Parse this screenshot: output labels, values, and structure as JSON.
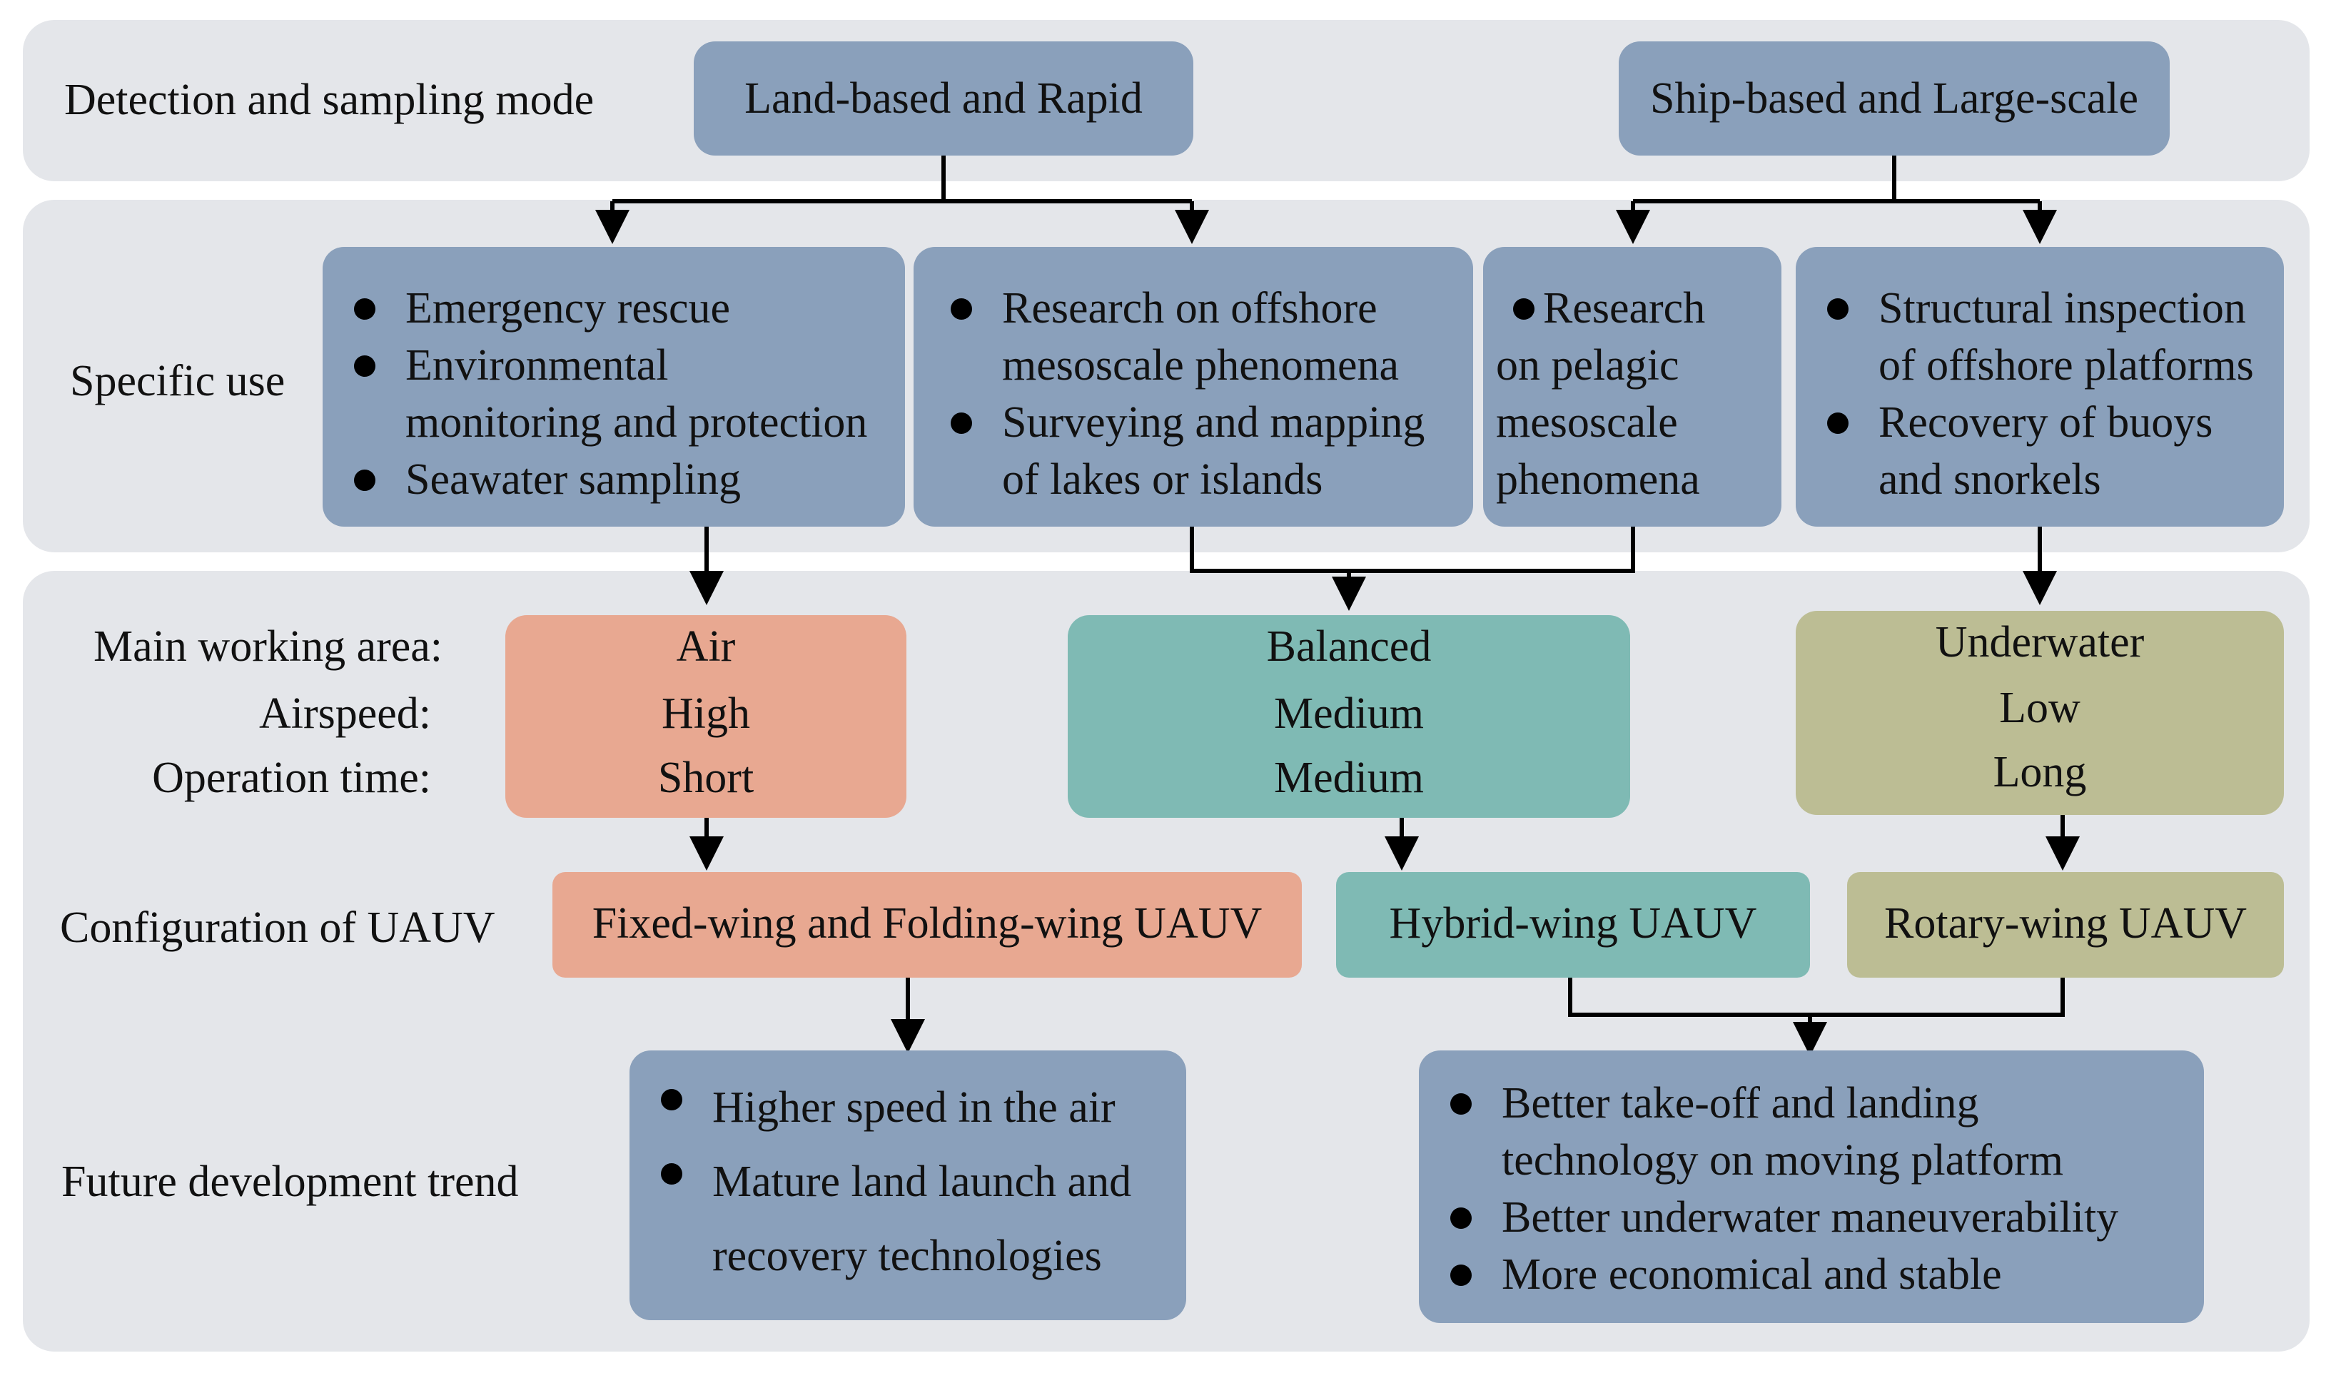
{
  "rows": {
    "mode": "Detection and sampling mode",
    "use": "Specific use",
    "area": "Main working area:",
    "airspeed": "Airspeed:",
    "optime": "Operation time:",
    "config": "Configuration of UAUV",
    "trend": "Future development trend"
  },
  "modes": {
    "land": "Land-based and Rapid",
    "ship": "Ship-based and Large-scale"
  },
  "uses": {
    "u1": [
      "Emergency rescue",
      "Environmental",
      "monitoring and protection",
      "Seawater sampling"
    ],
    "u2": [
      "Research on offshore",
      "mesoscale phenomena",
      "Surveying and mapping",
      "of lakes or islands"
    ],
    "u3": [
      "Research",
      "on pelagic",
      "mesoscale",
      "phenomena"
    ],
    "u4": [
      "Structural inspection",
      "of offshore platforms",
      "Recovery of buoys",
      "and snorkels"
    ]
  },
  "props": {
    "air": {
      "area": "Air",
      "speed": "High",
      "time": "Short"
    },
    "balanced": {
      "area": "Balanced",
      "speed": "Medium",
      "time": "Medium"
    },
    "underwater": {
      "area": "Underwater",
      "speed": "Low",
      "time": "Long"
    }
  },
  "configs": {
    "fixed": "Fixed-wing and Folding-wing UAUV",
    "hybrid": "Hybrid-wing UAUV",
    "rotary": "Rotary-wing UAUV"
  },
  "trends": {
    "left": [
      "Higher speed in the air",
      "Mature land launch and",
      "recovery technologies"
    ],
    "right": [
      "Better take-off and landing",
      "technology on moving platform",
      "Better underwater maneuverability",
      "More economical and stable"
    ]
  },
  "colors": {
    "band": "#e4e6ea",
    "blue": "#8aa0bb",
    "salmon": "#e8a891",
    "teal": "#7fbab4",
    "olive": "#bcbd94"
  }
}
